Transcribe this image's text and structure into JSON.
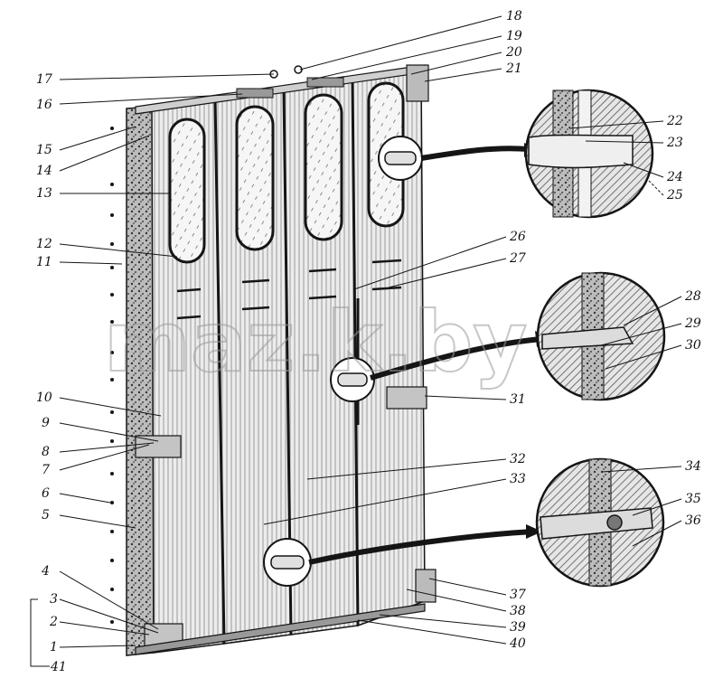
{
  "labels": [
    "1",
    "2",
    "3",
    "4",
    "5",
    "6",
    "7",
    "8",
    "9",
    "10",
    "11",
    "12",
    "13",
    "14",
    "15",
    "16",
    "17",
    "18",
    "19",
    "20",
    "21",
    "22",
    "23",
    "24",
    "25",
    "26",
    "27",
    "28",
    "29",
    "30",
    "31",
    "32",
    "33",
    "34",
    "35",
    "36",
    "37",
    "38",
    "39",
    "40",
    "41"
  ],
  "watermark": "maz.k.by",
  "colors": {
    "ink": "#151515",
    "panel": "#e9e9e9",
    "stripe": "#bdbdbd",
    "window": "#f4f4f4"
  }
}
